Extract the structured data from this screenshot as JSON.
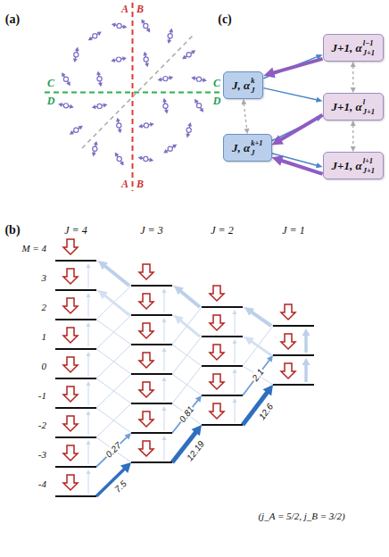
{
  "diagram": {
    "nodes": [
      {
        "text": [
          "J, α",
          "J",
          "k"
        ]
      },
      {
        "text": [
          "J, α",
          "J",
          "k+1"
        ]
      },
      {
        "text": [
          "J+1, α",
          "J+1",
          "l−1"
        ]
      },
      {
        "text": [
          "J+1, α",
          "J+1",
          "l"
        ]
      },
      {
        "text": [
          "J+1, α",
          "J+1",
          "l+1"
        ]
      }
    ],
    "edges": [
      {
        "from": 0,
        "to": 2,
        "arrow": "to"
      },
      {
        "from": 0,
        "to": 3,
        "arrow": "to"
      },
      {
        "from": 1,
        "to": 3,
        "arrow": "to"
      },
      {
        "from": 1,
        "to": 4,
        "arrow": "to"
      },
      {
        "from": 2,
        "to": 0,
        "arrow": "to"
      },
      {
        "from": 3,
        "to": 1,
        "arrow": "to"
      },
      {
        "from": 4,
        "to": 1,
        "arrow": "to"
      },
      {
        "from": 0,
        "to": 1,
        "arrow": "both"
      },
      {
        "from": 2,
        "to": 3,
        "arrow": "both"
      },
      {
        "from": 3,
        "to": 4,
        "arrow": "both"
      }
    ],
    "labels": [
      "(a)",
      "A",
      "B",
      "C",
      "C",
      "D",
      "D",
      "A",
      "B",
      "(c)",
      "(b)",
      "J = 4",
      "J = 3",
      "J = 2",
      "J = 1",
      "M = 4",
      "3",
      "2",
      "1",
      "0",
      "-1",
      "-2",
      "-3",
      "-4",
      "0.27",
      "0.81",
      "2.1",
      "7.5",
      "12.19",
      "12.6",
      "(j_A = 5/2, j_B = 3/2)"
    ]
  }
}
